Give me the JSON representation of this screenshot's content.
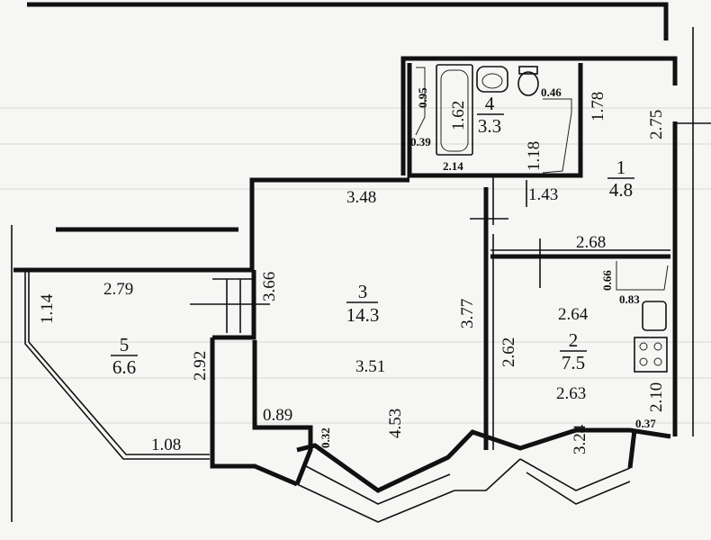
{
  "rooms": [
    {
      "number": "1",
      "area": "4.8"
    },
    {
      "number": "2",
      "area": "7.5"
    },
    {
      "number": "3",
      "area": "14.3"
    },
    {
      "number": "4",
      "area": "3.3"
    },
    {
      "number": "5",
      "area": "6.6"
    }
  ],
  "dimensions": {
    "bath_095": "0.95",
    "bath_162": "1.62",
    "bath_039": "0.39",
    "bath_214": "2.14",
    "bath_046": "0.46",
    "bath_118": "1.18",
    "bath_178": "1.78",
    "hall_143": "1.43",
    "hall_275": "2.75",
    "hall_268": "2.68",
    "living_348": "3.48",
    "living_366": "3.66",
    "living_377": "3.77",
    "living_351": "3.51",
    "living_453": "4.53",
    "living_089": "0.89",
    "living_032": "0.32",
    "living_292": "2.92",
    "loggia_279": "2.79",
    "loggia_114": "1.14",
    "loggia_108": "1.08",
    "kitchen_066": "0.66",
    "kitchen_083": "0.83",
    "kitchen_264": "2.64",
    "kitchen_262": "2.62",
    "kitchen_263": "2.63",
    "kitchen_210": "2.10",
    "kitchen_037": "0.37",
    "kitchen_324": "3.24"
  }
}
